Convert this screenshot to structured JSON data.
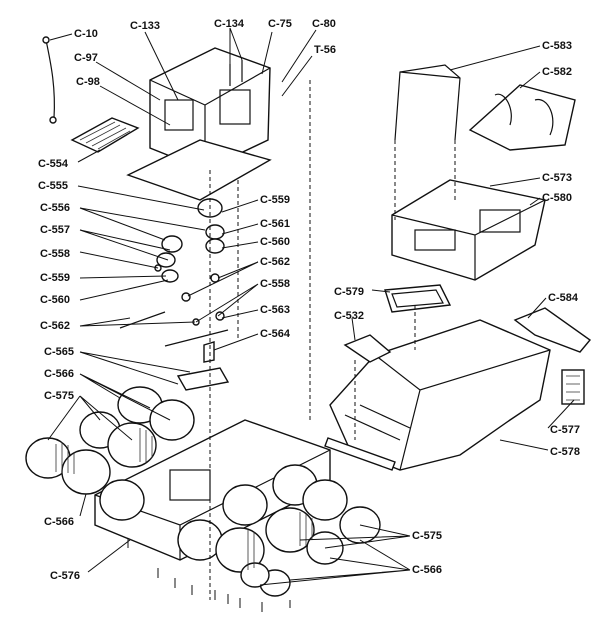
{
  "labels": {
    "c10": "C-10",
    "c133": "C-133",
    "c134": "C-134",
    "c75": "C-75",
    "c80": "C-80",
    "c97": "C-97",
    "t56": "T-56",
    "c98": "C-98",
    "c583": "C-583",
    "c582": "C-582",
    "c554": "C-554",
    "c555": "C-555",
    "c556": "C-556",
    "c557": "C-557",
    "c558a": "C-558",
    "c559a": "C-559",
    "c560a": "C-560",
    "c562a": "C-562",
    "c559b": "C-559",
    "c561": "C-561",
    "c560b": "C-560",
    "c562b": "C-562",
    "c558b": "C-558",
    "c563": "C-563",
    "c564": "C-564",
    "c573": "C-573",
    "c580": "C-580",
    "c579": "C-579",
    "c584": "C-584",
    "c532": "C-532",
    "c565": "C-565",
    "c566a": "C-566",
    "c575a": "C-575",
    "c566b": "C-566",
    "c576": "C-576",
    "c577": "C-577",
    "c578": "C-578",
    "c575b": "C-575",
    "c566c": "C-566"
  }
}
